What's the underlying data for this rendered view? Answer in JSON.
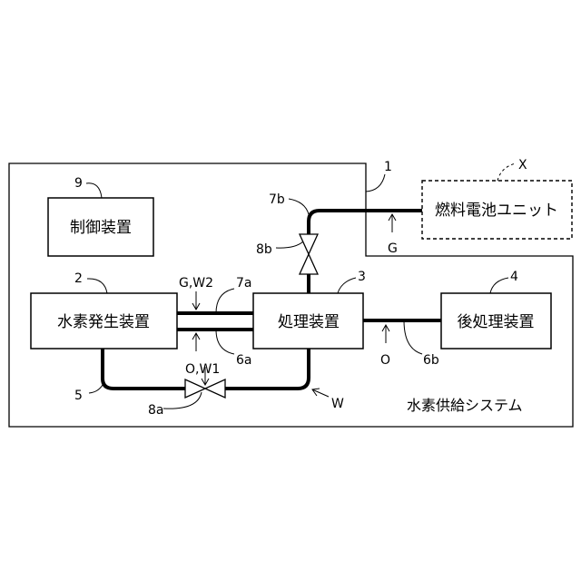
{
  "colors": {
    "line": "#000000",
    "background": "#ffffff"
  },
  "system_label": "水素供給システム",
  "boxes": {
    "control": "制御装置",
    "generator": "水素発生装置",
    "processor": "処理装置",
    "post_processor": "後処理装置",
    "fuel_cell": "燃料電池ユニット"
  },
  "refs": {
    "system": "1",
    "generator": "2",
    "processor": "3",
    "post_processor": "4",
    "return_pipe": "5",
    "pipe_6a": "6a",
    "pipe_6b": "6b",
    "pipe_7a": "7a",
    "pipe_7b": "7b",
    "valve_8a": "8a",
    "valve_8b": "8b",
    "control": "9",
    "fuel_cell": "X"
  },
  "flows": {
    "gas_water2": "G,W2",
    "oil_water1": "O,W1",
    "water": "W",
    "oil": "O",
    "gas": "G"
  }
}
